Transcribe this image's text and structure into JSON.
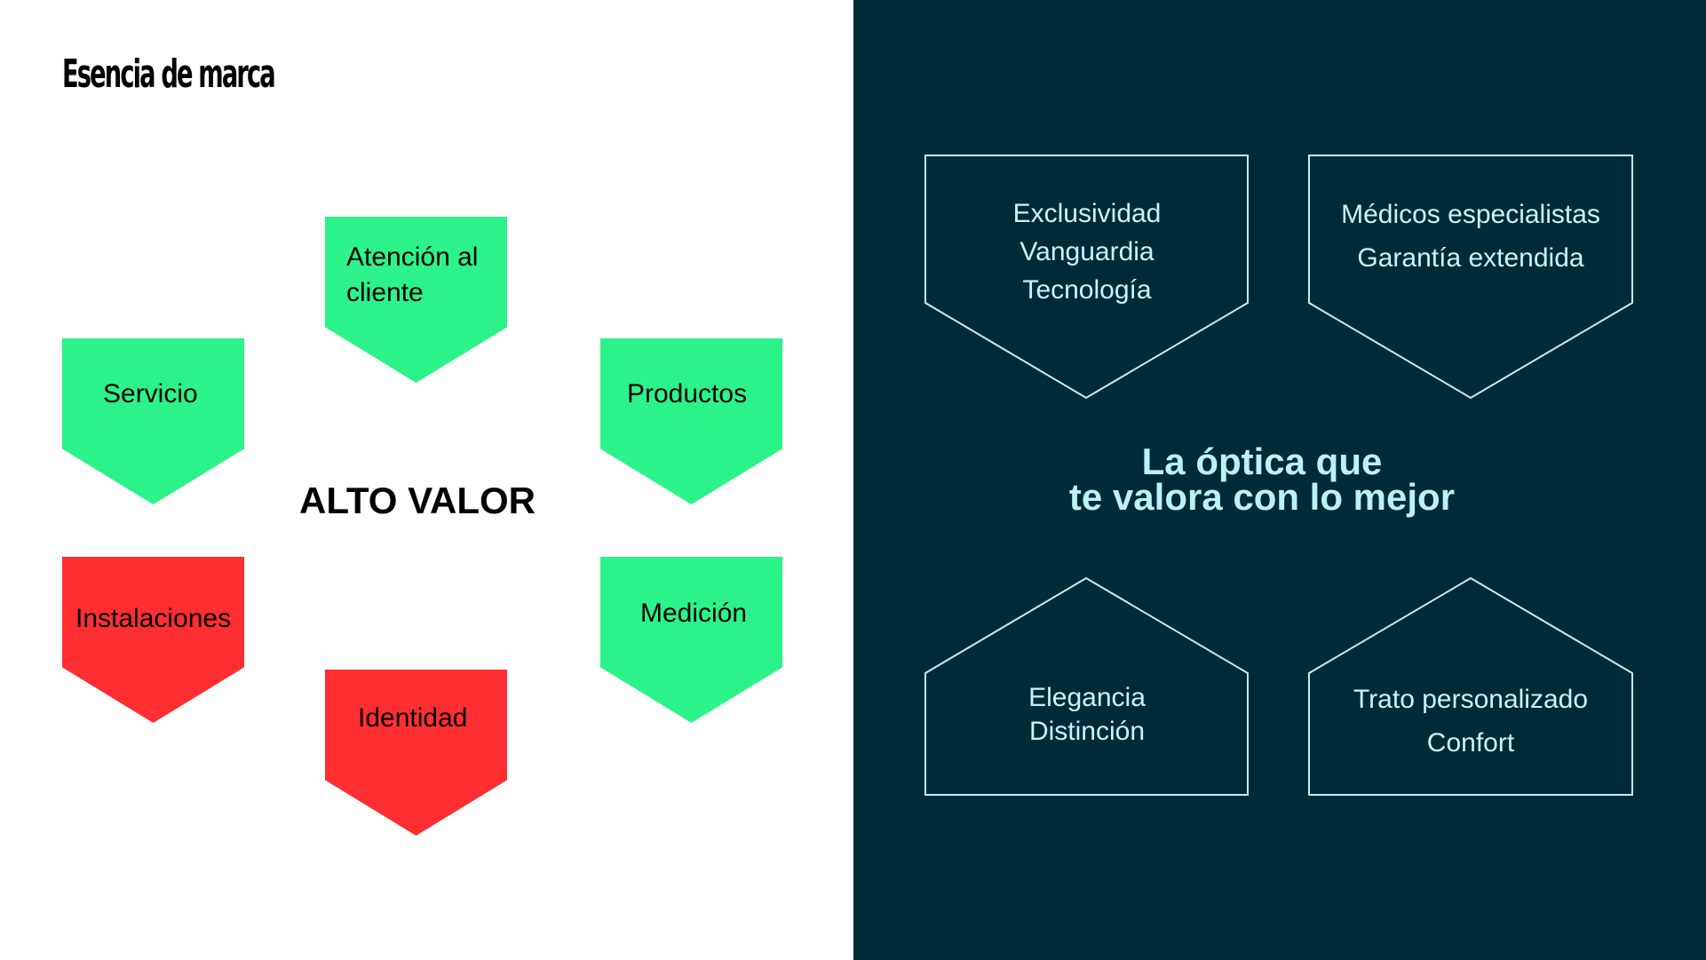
{
  "page": {
    "title": "Esencia de marca",
    "center_label": "ALTO VALOR"
  },
  "pillars": [
    {
      "label": "Atención al cliente",
      "status": "green"
    },
    {
      "label": "Servicio",
      "status": "green"
    },
    {
      "label": "Productos",
      "status": "green"
    },
    {
      "label": "Instalaciones",
      "status": "red"
    },
    {
      "label": "Medición",
      "status": "green"
    },
    {
      "label": "Identidad",
      "status": "red"
    }
  ],
  "colors": {
    "green": "#2cf389",
    "red": "#ff2e30",
    "dark_panel": "#002a38",
    "outline": "#bfeff3",
    "tagline": "#b9f3f6"
  },
  "values_panel": {
    "tagline_line1": "La óptica que",
    "tagline_line2": "te valora con lo mejor",
    "top_left": [
      "Exclusividad",
      "Vanguardia",
      "Tecnología"
    ],
    "top_right": [
      "Médicos especialistas",
      "Garantía extendida"
    ],
    "bottom_left": [
      "Elegancia",
      "Distinción"
    ],
    "bottom_right": [
      "Trato personalizado",
      "Confort"
    ]
  }
}
